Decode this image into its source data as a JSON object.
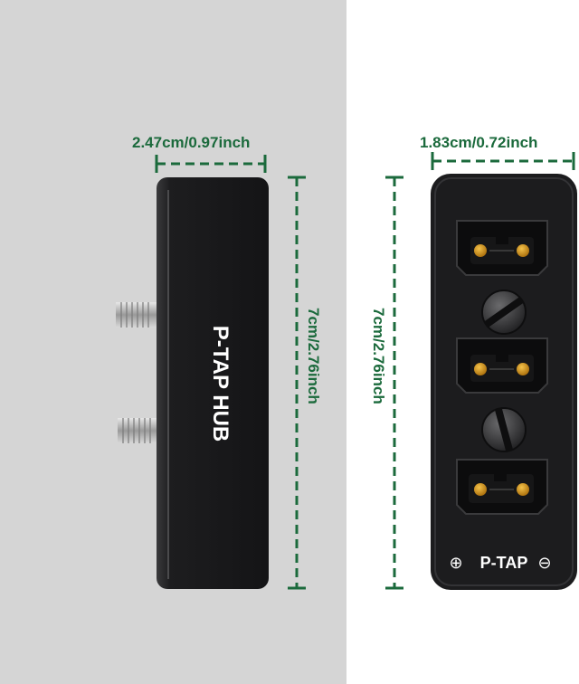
{
  "product": {
    "side_label": "P-TAP HUB",
    "front_label": "P-TAP",
    "plus_symbol": "⊕",
    "minus_symbol": "⊖"
  },
  "dimensions": {
    "side_width": "2.47cm/0.97inch",
    "side_height": "7cm/2.76inch",
    "front_width": "1.83cm/0.72inch",
    "front_height": "7cm/2.76inch"
  },
  "colors": {
    "dimension_green": "#1b6a3c",
    "left_background": "#d5d5d5",
    "body_black": "#1c1c1e",
    "pin_gold": "#c88a14"
  }
}
